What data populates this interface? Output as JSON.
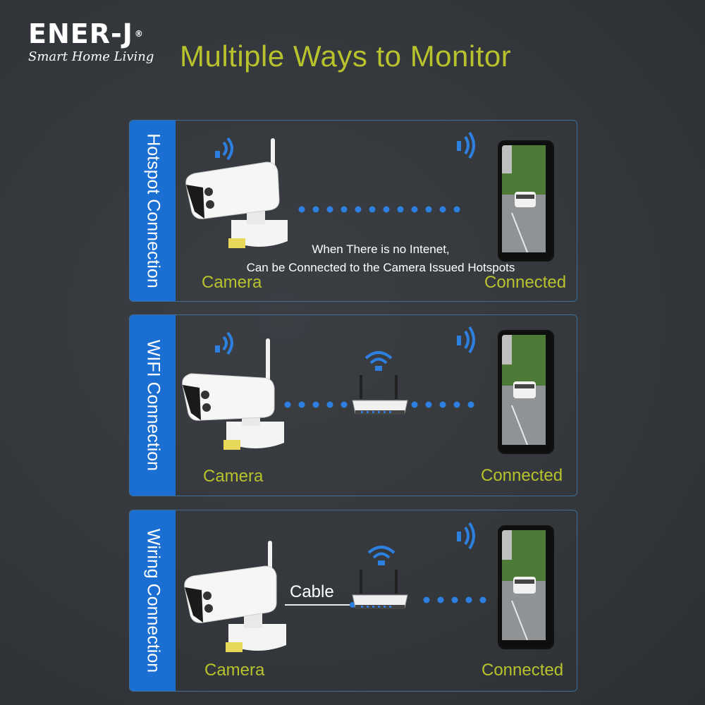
{
  "brand": {
    "name": "ENER-J",
    "registered": "®",
    "tagline": "Smart Home Living"
  },
  "title": "Multiple Ways to Monitor",
  "panels": [
    {
      "tab": "Hotspot Connection",
      "camera_label": "Camera",
      "connected_label": "Connected",
      "note_line1": "When There is no Intenet,",
      "note_line2": "Can be Connected to the Camera Issued Hotspots"
    },
    {
      "tab": "WIFI Connection",
      "camera_label": "Camera",
      "connected_label": "Connected"
    },
    {
      "tab": "Wiring Connection",
      "camera_label": "Camera",
      "connected_label": "Connected",
      "cable_label": "Cable"
    }
  ],
  "icons": [
    "wifi-signal-icon",
    "security-camera-icon",
    "router-icon",
    "smartphone-icon"
  ],
  "colors": {
    "accent_yellow": "#b7c22c",
    "tab_blue": "#1b6fd3",
    "dot_blue": "#2d7fe0",
    "background": "#35393d"
  }
}
